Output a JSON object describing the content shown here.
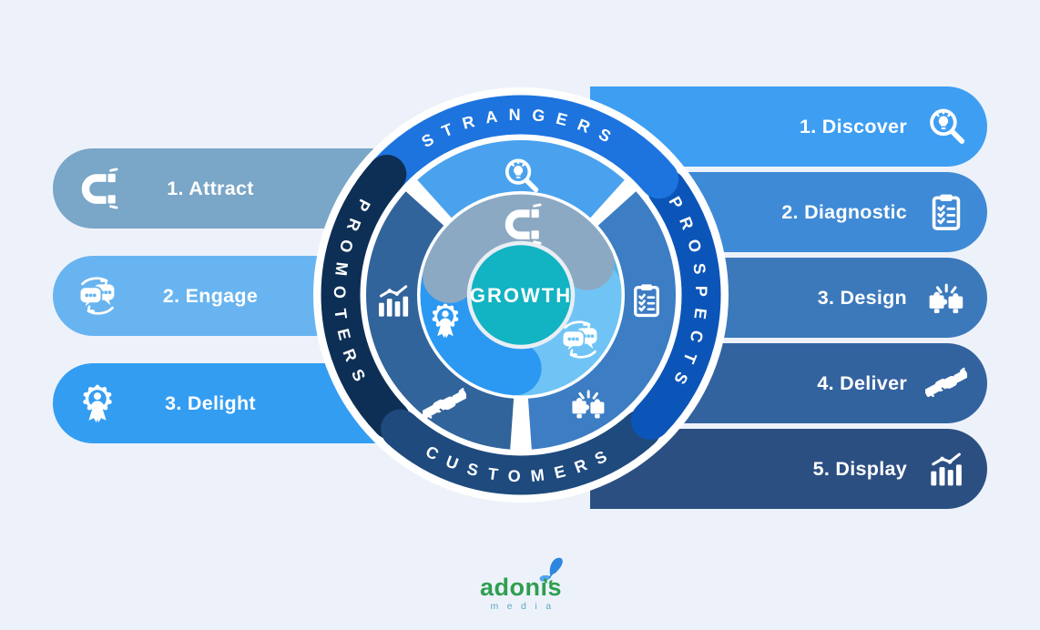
{
  "canvas": {
    "bg": "#edf2fa"
  },
  "wheel": {
    "rim_fill": "#ffffff",
    "center": {
      "label": "GROWTH",
      "fill": "#12b3c3",
      "ring_stroke": "#e9eef5"
    },
    "ring_segments": [
      {
        "name": "strangers",
        "label": "STRANGERS",
        "color": "#1d74df"
      },
      {
        "name": "prospects",
        "label": "PROSPECTS",
        "color": "#0c55b8"
      },
      {
        "name": "customers",
        "label": "CUSTOMERS",
        "color": "#1e4a7d"
      },
      {
        "name": "promoters",
        "label": "PROMOTERS",
        "color": "#0e2f55"
      }
    ],
    "inner_segments": [
      {
        "name": "top",
        "color": "#4aa2ee"
      },
      {
        "name": "right",
        "color": "#3c7dc4"
      },
      {
        "name": "left",
        "color": "#32649c"
      }
    ],
    "swirl": {
      "base": "#51b2e4",
      "gray_arm": "#8ba9c3",
      "bright_arm": "#2b99f2",
      "cyan_arm": "#70c4f5"
    }
  },
  "left_steps": [
    {
      "label": "1. Attract",
      "icon": "magnet-icon",
      "icon_ref": "#i-magnet",
      "color": "#7aa6c7"
    },
    {
      "label": "2. Engage",
      "icon": "chat-bubbles-icon",
      "icon_ref": "#i-chat",
      "color": "#68b4f0"
    },
    {
      "label": "3. Delight",
      "icon": "award-badge-icon",
      "icon_ref": "#i-badge",
      "color": "#339df2"
    }
  ],
  "right_steps": [
    {
      "label": "1. Discover",
      "icon": "search-bulb-icon",
      "icon_ref": "#i-search-bulb",
      "color": "#3d9ef2"
    },
    {
      "label": "2. Diagnostic",
      "icon": "clipboard-checklist-icon",
      "icon_ref": "#i-clipboard",
      "color": "#3f8ad6"
    },
    {
      "label": "3. Design",
      "icon": "puzzle-icon",
      "icon_ref": "#i-puzzle",
      "color": "#3c79bb"
    },
    {
      "label": "4. Deliver",
      "icon": "handshake-icon",
      "icon_ref": "#i-handshake",
      "color": "#33639f"
    },
    {
      "label": "5. Display",
      "icon": "bar-chart-icon",
      "icon_ref": "#i-bar-chart",
      "color": "#2c4f82"
    }
  ],
  "logo": {
    "name": "adonis",
    "tagline": "media",
    "name_color": "#2f9e51",
    "tagline_color": "#5ba8c8",
    "butterfly_color": "#2e86e0",
    "butterfly_light": "#54a6ee"
  }
}
